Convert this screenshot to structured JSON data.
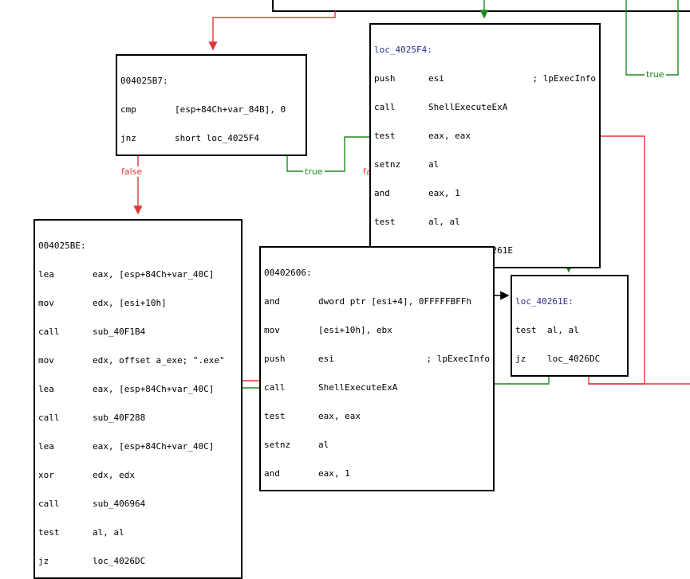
{
  "colors": {
    "true_edge": "#1e8a1e",
    "false_edge": "#e0363a",
    "plain_edge": "#000000",
    "loc_label": "#2e3192"
  },
  "nodes": {
    "n4025b7": {
      "label": "004025B7:",
      "lines": [
        {
          "m": "cmp",
          "o": "[esp+84Ch+var_84B], 0",
          "c": ""
        },
        {
          "m": "jnz",
          "o": "short loc_4025F4",
          "c": ""
        }
      ]
    },
    "n4025f4": {
      "label": "loc_4025F4:",
      "lines": [
        {
          "m": "push",
          "o": "esi",
          "c": "; lpExecInfo"
        },
        {
          "m": "call",
          "o": "ShellExecuteExA",
          "c": ""
        },
        {
          "m": "test",
          "o": "eax, eax",
          "c": ""
        },
        {
          "m": "setnz",
          "o": "al",
          "c": ""
        },
        {
          "m": "and",
          "o": "eax, 1",
          "c": ""
        },
        {
          "m": "test",
          "o": "al, al",
          "c": ""
        },
        {
          "m": "jnz",
          "o": "short loc_40261E",
          "c": ""
        }
      ]
    },
    "n4025be": {
      "label": "004025BE:",
      "lines": [
        {
          "m": "lea",
          "o": "eax, [esp+84Ch+var_40C]",
          "c": ""
        },
        {
          "m": "mov",
          "o": "edx, [esi+10h]",
          "c": ""
        },
        {
          "m": "call",
          "o": "sub_40F1B4",
          "c": ""
        },
        {
          "m": "mov",
          "o": "edx, offset a_exe; \".exe\"",
          "c": ""
        },
        {
          "m": "lea",
          "o": "eax, [esp+84Ch+var_40C]",
          "c": ""
        },
        {
          "m": "call",
          "o": "sub_40F288",
          "c": ""
        },
        {
          "m": "lea",
          "o": "eax, [esp+84Ch+var_40C]",
          "c": ""
        },
        {
          "m": "xor",
          "o": "edx, edx",
          "c": ""
        },
        {
          "m": "call",
          "o": "sub_406964",
          "c": ""
        },
        {
          "m": "test",
          "o": "al, al",
          "c": ""
        },
        {
          "m": "jz",
          "o": "loc_4026DC",
          "c": ""
        }
      ]
    },
    "n402606": {
      "label": "00402606:",
      "lines": [
        {
          "m": "and",
          "o": "dword ptr [esi+4], 0FFFFFBFFh",
          "c": ""
        },
        {
          "m": "mov",
          "o": "[esi+10h], ebx",
          "c": ""
        },
        {
          "m": "push",
          "o": "esi",
          "c": "; lpExecInfo"
        },
        {
          "m": "call",
          "o": "ShellExecuteExA",
          "c": ""
        },
        {
          "m": "test",
          "o": "eax, eax",
          "c": ""
        },
        {
          "m": "setnz",
          "o": "al",
          "c": ""
        },
        {
          "m": "and",
          "o": "eax, 1",
          "c": ""
        }
      ]
    },
    "n40261e": {
      "label": "loc_40261E:",
      "lines": [
        {
          "m": "test",
          "o": "al, al",
          "c": ""
        },
        {
          "m": "jz",
          "o": "loc_4026DC",
          "c": ""
        }
      ]
    }
  },
  "edge_labels": {
    "true": "true",
    "false": "false"
  }
}
